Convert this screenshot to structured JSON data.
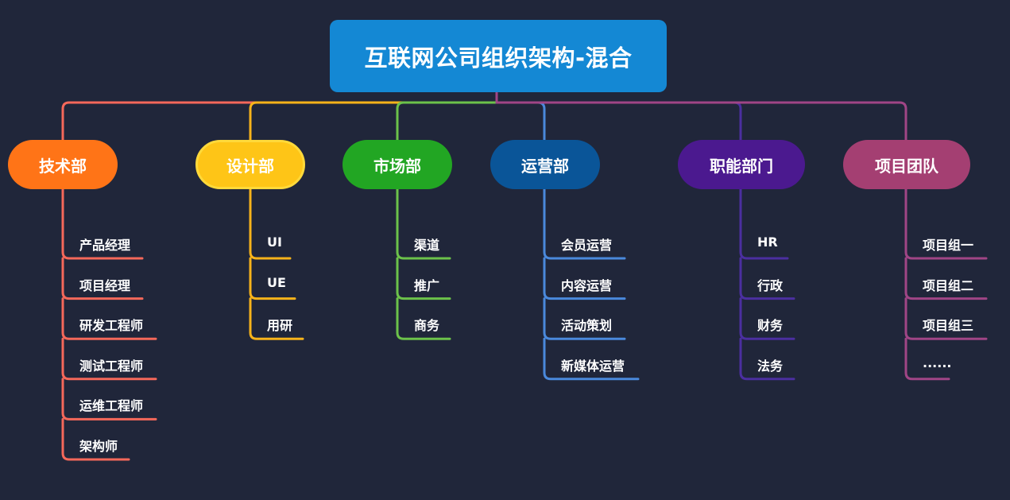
{
  "root": {
    "title": "互联网公司组织架构-混合",
    "color": "#1488d4"
  },
  "departments": [
    {
      "name": "技术部",
      "color": "#ff7417",
      "line": "#f5685a",
      "items": [
        "产品经理",
        "项目经理",
        "研发工程师",
        "测试工程师",
        "运维工程师",
        "架构师"
      ]
    },
    {
      "name": "设计部",
      "color": "#fec517",
      "line": "#f7b31a",
      "items": [
        "UI",
        "UE",
        "用研"
      ]
    },
    {
      "name": "市场部",
      "color": "#22a623",
      "line": "#6cc24a",
      "items": [
        "渠道",
        "推广",
        "商务"
      ]
    },
    {
      "name": "运营部",
      "color": "#0a5598",
      "line": "#4a89dc",
      "items": [
        "会员运营",
        "内容运营",
        "活动策划",
        "新媒体运营"
      ]
    },
    {
      "name": "职能部门",
      "color": "#4b198f",
      "line": "#4b2fa0",
      "items": [
        "HR",
        "行政",
        "财务",
        "法务"
      ]
    },
    {
      "name": "项目团队",
      "color": "#a43f72",
      "line": "#a04586",
      "items": [
        "项目组一",
        "项目组二",
        "项目组三",
        "......"
      ]
    }
  ]
}
